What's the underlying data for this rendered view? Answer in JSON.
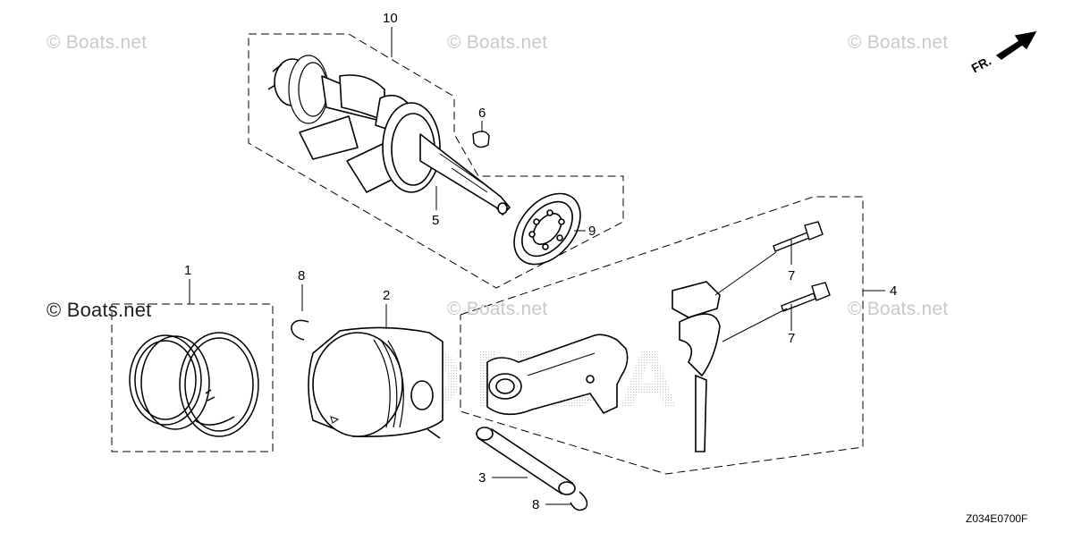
{
  "watermark": {
    "text": "© Boats.net"
  },
  "front_indicator": {
    "label": "FR."
  },
  "diagram_code": "Z034E0700F",
  "callouts": {
    "c1": "1",
    "c2": "2",
    "c3": "3",
    "c4": "4",
    "c5": "5",
    "c6": "6",
    "c7a": "7",
    "c7b": "7",
    "c8a": "8",
    "c8b": "8",
    "c9": "9",
    "c10": "10"
  },
  "brand_watermark": "HONDA",
  "colors": {
    "line": "#000000",
    "watermark": "#c9c9c9",
    "stipple": "#bdbdbd"
  }
}
